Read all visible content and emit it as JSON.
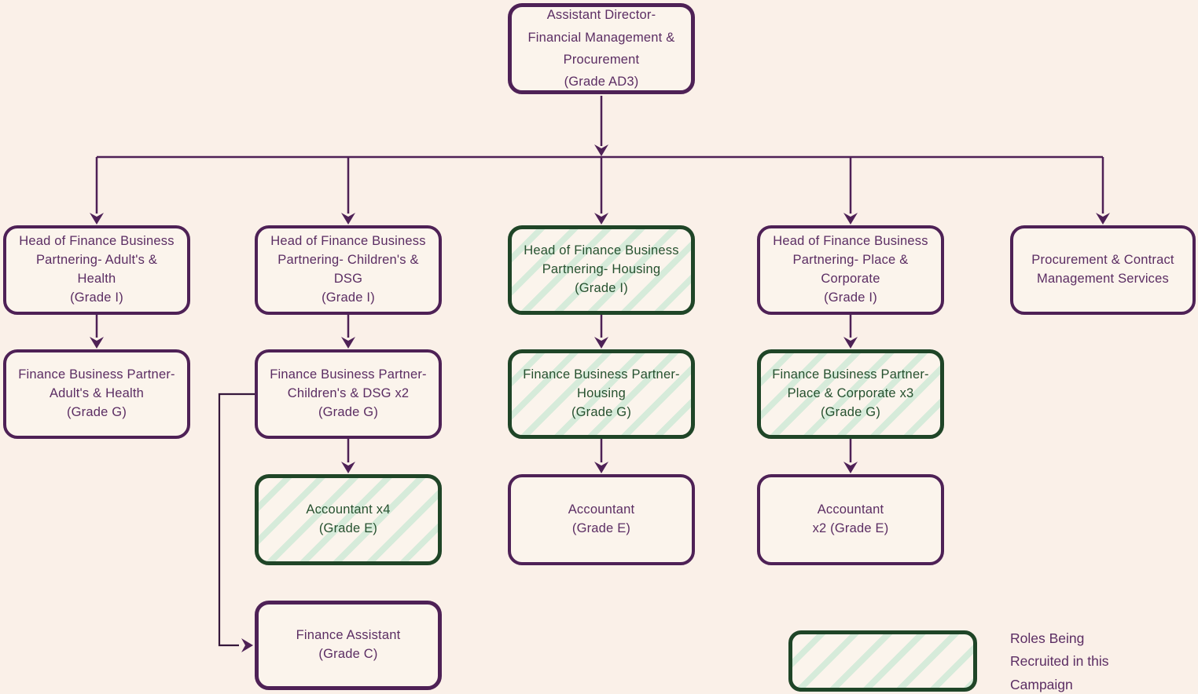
{
  "colors": {
    "background": "#FAF0E8",
    "node_fill": "#FBF4EC",
    "purple_border": "#4E2156",
    "purple_text": "#5B2D63",
    "green_border": "#1F4527",
    "green_text": "#26512F",
    "hatch_stripe": "#D6EBDA",
    "connector": "#4E2156",
    "side_connector": "#35173B"
  },
  "org_chart": {
    "nodes": [
      {
        "id": "assistant-director",
        "label": "Assistant Director-\nFinancial Management &\nProcurement\n(Grade AD3)",
        "recruiting": false
      },
      {
        "id": "head-adults-health",
        "label": "Head of Finance Business\nPartnering- Adult's &\nHealth\n(Grade I)",
        "recruiting": false
      },
      {
        "id": "head-childrens-dsg",
        "label": "Head of Finance Business\nPartnering- Children's &\nDSG\n(Grade I)",
        "recruiting": false
      },
      {
        "id": "head-housing",
        "label": "Head of Finance Business\nPartnering- Housing\n(Grade I)",
        "recruiting": true
      },
      {
        "id": "head-place-corporate",
        "label": "Head of Finance Business\nPartnering- Place &\nCorporate\n(Grade I)",
        "recruiting": false
      },
      {
        "id": "procurement-contract-services",
        "label": "Procurement & Contract\nManagement Services",
        "recruiting": false
      },
      {
        "id": "fbp-adults-health",
        "label": "Finance Business Partner-\nAdult's & Health\n(Grade G)",
        "recruiting": false
      },
      {
        "id": "fbp-childrens-dsg",
        "label": "Finance Business Partner-\nChildren's & DSG x2\n(Grade G)",
        "recruiting": false
      },
      {
        "id": "fbp-housing",
        "label": "Finance Business Partner-\nHousing\n(Grade G)",
        "recruiting": true
      },
      {
        "id": "fbp-place-corporate",
        "label": "Finance Business Partner-\nPlace & Corporate x3\n(Grade G)",
        "recruiting": true
      },
      {
        "id": "accountant-x4",
        "label": "Accountant x4\n(Grade E)",
        "recruiting": true
      },
      {
        "id": "accountant-housing",
        "label": "Accountant\n(Grade E)",
        "recruiting": false
      },
      {
        "id": "accountant-x2",
        "label": "Accountant\nx2 (Grade E)",
        "recruiting": false
      },
      {
        "id": "finance-assistant",
        "label": "Finance Assistant\n(Grade C)",
        "recruiting": false
      }
    ],
    "edges": [
      {
        "from": "assistant-director",
        "to": "head-adults-health"
      },
      {
        "from": "assistant-director",
        "to": "head-childrens-dsg"
      },
      {
        "from": "assistant-director",
        "to": "head-housing"
      },
      {
        "from": "assistant-director",
        "to": "head-place-corporate"
      },
      {
        "from": "assistant-director",
        "to": "procurement-contract-services"
      },
      {
        "from": "head-adults-health",
        "to": "fbp-adults-health"
      },
      {
        "from": "head-childrens-dsg",
        "to": "fbp-childrens-dsg"
      },
      {
        "from": "head-housing",
        "to": "fbp-housing"
      },
      {
        "from": "head-place-corporate",
        "to": "fbp-place-corporate"
      },
      {
        "from": "fbp-childrens-dsg",
        "to": "accountant-x4"
      },
      {
        "from": "fbp-housing",
        "to": "accountant-housing"
      },
      {
        "from": "fbp-place-corporate",
        "to": "accountant-x2"
      },
      {
        "from": "fbp-childrens-dsg",
        "to": "finance-assistant"
      }
    ],
    "legend": {
      "label": "Roles Being\nRecruited in this\nCampaign"
    }
  }
}
